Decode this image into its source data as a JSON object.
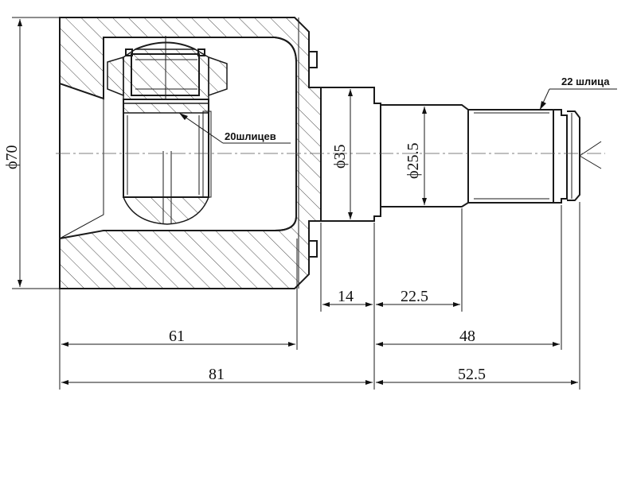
{
  "dimensions": {
    "d70": "ϕ70",
    "d35": "ϕ35",
    "d25_5": "ϕ25.5",
    "len14": "14",
    "len22_5": "22.5",
    "len61": "61",
    "len48": "48",
    "len81": "81",
    "len52_5": "52.5"
  },
  "labels": {
    "inner_splines": "20шлицев",
    "outer_splines": "22 шлица"
  }
}
